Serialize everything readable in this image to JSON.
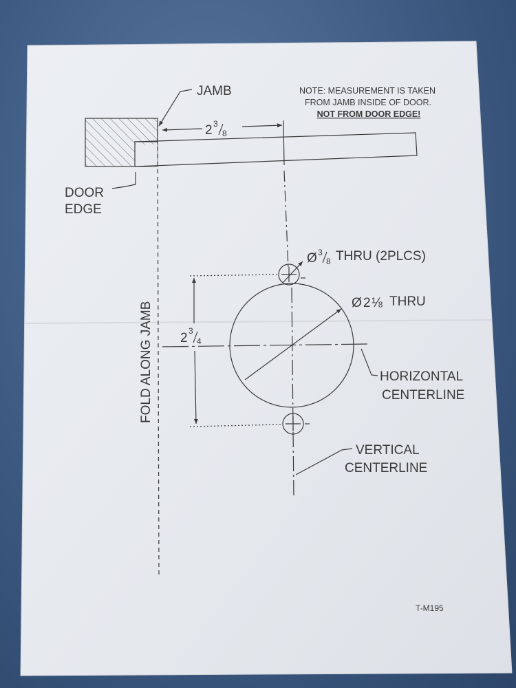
{
  "labels": {
    "jamb": "JAMB",
    "note_line1": "NOTE: MEASUREMENT IS TAKEN",
    "note_line2": "FROM JAMB INSIDE OF DOOR.",
    "note_line3": "NOT FROM DOOR EDGE!",
    "door_edge_1": "DOOR",
    "door_edge_2": "EDGE",
    "fold_along_jamb": "FOLD ALONG JAMB",
    "small_hole_sym": "Ø",
    "small_hole_num": "3",
    "small_hole_den": "8",
    "small_hole_text": "THRU (2PLCS)",
    "large_hole_sym": "Ø",
    "large_hole_whole": "2",
    "large_hole_frac": "⅛",
    "large_hole_text": "THRU",
    "horizontal_centerline_1": "HORIZONTAL",
    "horizontal_centerline_2": "CENTERLINE",
    "vertical_centerline_1": "VERTICAL",
    "vertical_centerline_2": "CENTERLINE",
    "template_id": "T-M195"
  },
  "dimensions": {
    "backset_whole": "2",
    "backset_num": "3",
    "backset_den": "8",
    "spacing_whole": "2",
    "spacing_num": "3",
    "spacing_den": "4"
  },
  "colors": {
    "paper": "#e7eaef",
    "ink": "#3a3a3a",
    "background": "#3e5a80"
  }
}
